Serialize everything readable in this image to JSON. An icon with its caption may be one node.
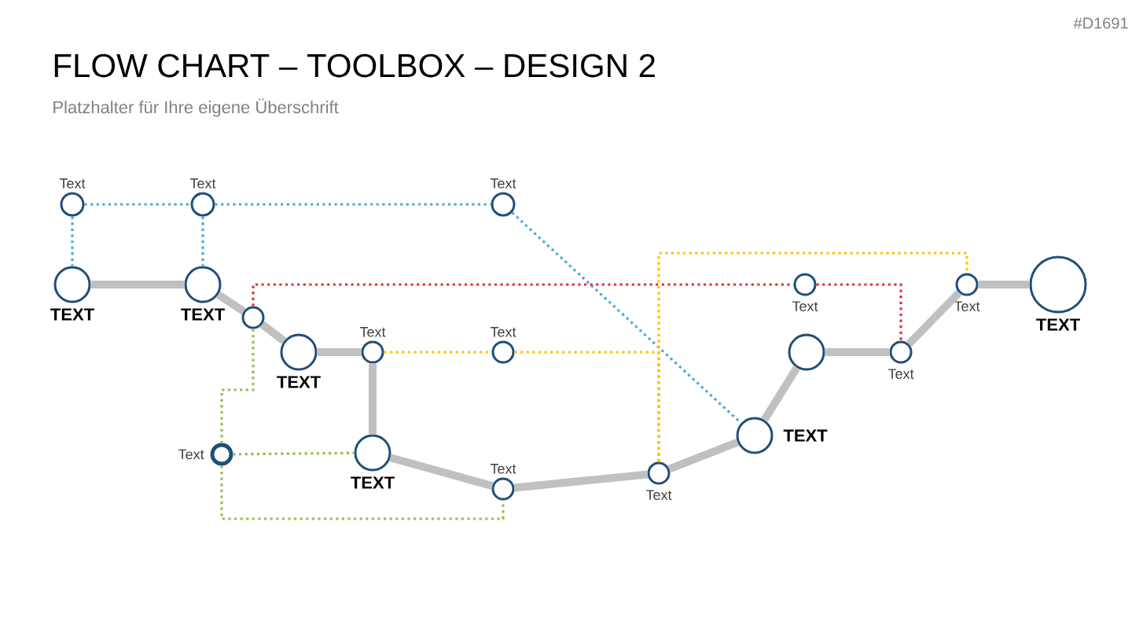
{
  "diagram": {
    "title": "FLOW CHART – TOOLBOX – DESIGN 2",
    "caption": "Platzhalter für Ihre eigene Überschrift",
    "nodes": [
      {
        "text": [
          "Text"
        ]
      },
      {
        "text": [
          "Text"
        ]
      },
      {
        "text": [
          "Text"
        ]
      },
      {
        "text": [
          "TEXT"
        ]
      },
      {
        "text": [
          "TEXT"
        ]
      },
      {
        "text": [],
        "shape": "circle"
      },
      {
        "text": [
          "TEXT"
        ]
      },
      {
        "text": [
          "Text"
        ]
      },
      {
        "text": [
          "Text"
        ]
      },
      {
        "text": [
          "Text"
        ]
      },
      {
        "text": [
          "TEXT"
        ]
      },
      {
        "text": [
          "Text"
        ]
      },
      {
        "text": [
          "Text"
        ]
      },
      {
        "text": [
          "TEXT"
        ]
      },
      {
        "text": [],
        "shape": "circle"
      },
      {
        "text": [
          "Text"
        ]
      },
      {
        "text": [
          "Text"
        ]
      },
      {
        "text": [
          "Text"
        ]
      },
      {
        "text": [
          "TEXT"
        ]
      }
    ],
    "edges": [
      {
        "from": 3,
        "to": 4,
        "arrow": "none",
        "style": "thick"
      },
      {
        "from": 4,
        "to": 5,
        "arrow": "none",
        "style": "thick"
      },
      {
        "from": 5,
        "to": 6,
        "arrow": "none",
        "style": "thick"
      },
      {
        "from": 6,
        "to": 7,
        "arrow": "none",
        "style": "thick"
      },
      {
        "from": 7,
        "to": 10,
        "arrow": "none",
        "style": "thick"
      },
      {
        "from": 10,
        "to": 11,
        "arrow": "none",
        "style": "thick"
      },
      {
        "from": 11,
        "to": 12,
        "arrow": "none",
        "style": "thick"
      },
      {
        "from": 12,
        "to": 13,
        "arrow": "none",
        "style": "thick"
      },
      {
        "from": 13,
        "to": 14,
        "arrow": "none",
        "style": "thick"
      },
      {
        "from": 14,
        "to": 16,
        "arrow": "none",
        "style": "thick"
      },
      {
        "from": 16,
        "to": 17,
        "arrow": "none",
        "style": "thick"
      },
      {
        "from": 17,
        "to": 18,
        "arrow": "none",
        "style": "thick"
      },
      {
        "from": 0,
        "to": 3,
        "arrow": "none",
        "style": "dashed",
        "color": "#4aa8d8"
      },
      {
        "from": 1,
        "to": 4,
        "arrow": "none",
        "style": "dashed",
        "color": "#4aa8d8"
      },
      {
        "from": 0,
        "to": 1,
        "arrow": "none",
        "style": "dashed",
        "color": "#4aa8d8"
      },
      {
        "from": 1,
        "to": 2,
        "arrow": "none",
        "style": "dashed",
        "color": "#4aa8d8"
      },
      {
        "from": 2,
        "to": 13,
        "arrow": "none",
        "style": "dashed",
        "color": "#4aa8d8"
      },
      {
        "from": 5,
        "to": 15,
        "arrow": "none",
        "style": "dashed",
        "color": "#e03040"
      },
      {
        "from": 15,
        "to": 16,
        "arrow": "none",
        "style": "dashed",
        "color": "#e03040"
      },
      {
        "from": 7,
        "to": 8,
        "arrow": "none",
        "style": "dashed",
        "color": "#ffc000"
      },
      {
        "from": 8,
        "to": 12,
        "arrow": "none",
        "style": "dashed",
        "color": "#ffc000"
      },
      {
        "from": 12,
        "to": 17,
        "arrow": "none",
        "style": "dashed",
        "color": "#ffc000"
      },
      {
        "from": 5,
        "to": 9,
        "arrow": "none",
        "style": "dashed",
        "color": "#92c050"
      },
      {
        "from": 9,
        "to": 10,
        "arrow": "none",
        "style": "dashed",
        "color": "#92c050"
      },
      {
        "from": 9,
        "to": 11,
        "arrow": "none",
        "style": "dashed",
        "color": "#92c050"
      }
    ],
    "labels": [
      "#D1691"
    ]
  }
}
